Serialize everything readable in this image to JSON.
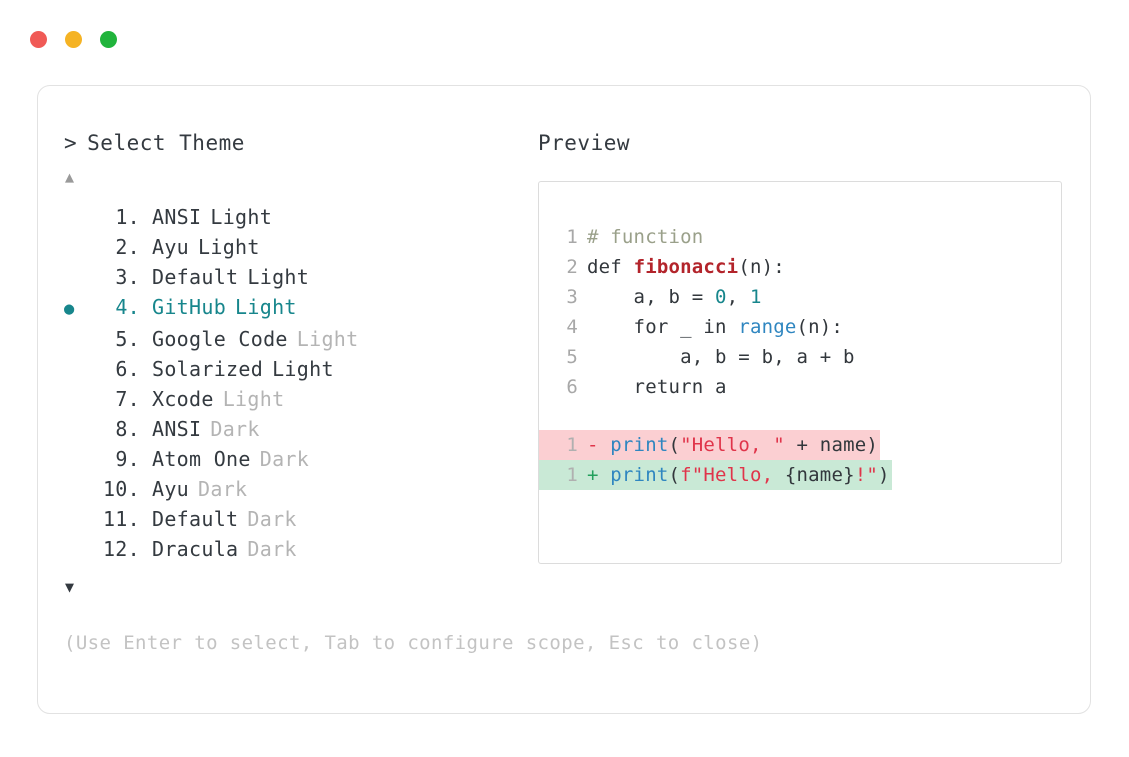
{
  "window": {
    "dots": [
      {
        "name": "close",
        "color": "#f05a56"
      },
      {
        "name": "minimize",
        "color": "#f5b324"
      },
      {
        "name": "maximize",
        "color": "#21b43c"
      }
    ]
  },
  "chooser": {
    "caret": ">",
    "title": "Select Theme",
    "scroll_up": "▲",
    "scroll_down": "▼",
    "accent_color": "#17868c",
    "muted_color": "#b4b4b4",
    "selected_index": 4,
    "items": [
      {
        "index": "1.",
        "name": "ANSI",
        "variant": "Light",
        "variant_muted": false,
        "selected": false,
        "bullet": ""
      },
      {
        "index": "2.",
        "name": "Ayu",
        "variant": "Light",
        "variant_muted": false,
        "selected": false,
        "bullet": ""
      },
      {
        "index": "3.",
        "name": "Default",
        "variant": "Light",
        "variant_muted": false,
        "selected": false,
        "bullet": ""
      },
      {
        "index": "4.",
        "name": "GitHub",
        "variant": "Light",
        "variant_muted": false,
        "selected": true,
        "bullet": "●"
      },
      {
        "index": "5.",
        "name": "Google Code",
        "variant": "Light",
        "variant_muted": true,
        "selected": false,
        "bullet": ""
      },
      {
        "index": "6.",
        "name": "Solarized",
        "variant": "Light",
        "variant_muted": false,
        "selected": false,
        "bullet": ""
      },
      {
        "index": "7.",
        "name": "Xcode",
        "variant": "Light",
        "variant_muted": true,
        "selected": false,
        "bullet": ""
      },
      {
        "index": "8.",
        "name": "ANSI",
        "variant": "Dark",
        "variant_muted": true,
        "selected": false,
        "bullet": ""
      },
      {
        "index": "9.",
        "name": "Atom One",
        "variant": "Dark",
        "variant_muted": true,
        "selected": false,
        "bullet": ""
      },
      {
        "index": "10.",
        "name": "Ayu",
        "variant": "Dark",
        "variant_muted": true,
        "selected": false,
        "bullet": ""
      },
      {
        "index": "11.",
        "name": "Default",
        "variant": "Dark",
        "variant_muted": true,
        "selected": false,
        "bullet": ""
      },
      {
        "index": "12.",
        "name": "Dracula",
        "variant": "Dark",
        "variant_muted": true,
        "selected": false,
        "bullet": ""
      }
    ]
  },
  "hint": "(Use Enter to select, Tab to configure scope, Esc to close)",
  "preview": {
    "title": "Preview",
    "code_lines": [
      {
        "n": "1",
        "tokens": [
          {
            "t": "# function",
            "c": "comment"
          }
        ]
      },
      {
        "n": "2",
        "tokens": [
          {
            "t": "def ",
            "c": "plain"
          },
          {
            "t": "fibonacci",
            "c": "fn"
          },
          {
            "t": "(n):",
            "c": "plain"
          }
        ]
      },
      {
        "n": "3",
        "tokens": [
          {
            "t": "    a, b = ",
            "c": "plain"
          },
          {
            "t": "0",
            "c": "num"
          },
          {
            "t": ", ",
            "c": "plain"
          },
          {
            "t": "1",
            "c": "num"
          }
        ]
      },
      {
        "n": "4",
        "tokens": [
          {
            "t": "    for _ in ",
            "c": "plain"
          },
          {
            "t": "range",
            "c": "builtin"
          },
          {
            "t": "(n):",
            "c": "plain"
          }
        ]
      },
      {
        "n": "5",
        "tokens": [
          {
            "t": "        a, b = b, a + b",
            "c": "plain"
          }
        ]
      },
      {
        "n": "6",
        "tokens": [
          {
            "t": "    return a",
            "c": "plain"
          }
        ]
      }
    ],
    "diff_lines": [
      {
        "n": "1",
        "kind": "del",
        "sign": "-",
        "tokens": [
          {
            "t": "print",
            "c": "print"
          },
          {
            "t": "(",
            "c": "plain"
          },
          {
            "t": "\"Hello, \"",
            "c": "str"
          },
          {
            "t": " + name)",
            "c": "plain"
          }
        ]
      },
      {
        "n": "1",
        "kind": "add",
        "sign": "+",
        "tokens": [
          {
            "t": "print",
            "c": "print"
          },
          {
            "t": "(",
            "c": "plain"
          },
          {
            "t": "f\"Hello, ",
            "c": "str"
          },
          {
            "t": "{name}",
            "c": "plain"
          },
          {
            "t": "!\"",
            "c": "str"
          },
          {
            "t": ")",
            "c": "plain"
          }
        ]
      }
    ],
    "colors": {
      "comment": "#9aa08a",
      "function": "#b3242b",
      "number": "#17868c",
      "builtin": "#2f86c0",
      "string": "#e0344a",
      "diff_del_bg": "#fbcfd2",
      "diff_add_bg": "#c9e9d6"
    }
  }
}
